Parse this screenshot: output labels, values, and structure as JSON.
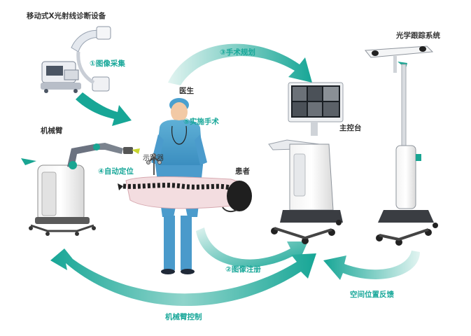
{
  "labels": {
    "xray_device": "移动式X光射线诊断设备",
    "robot_arm": "机械臂",
    "doctor": "医生",
    "patient": "患者",
    "tracer": "示踪器",
    "console": "主控台",
    "optical_tracking": "光学跟踪系统"
  },
  "steps": {
    "step1": "①图像采集",
    "step2": "②图像注册",
    "step3": "③手术规划",
    "step4": "④自动定位",
    "step5": "⑤实施手术"
  },
  "flows": {
    "spatial_feedback": "空间位置反馈",
    "arm_control": "机械臂控制"
  },
  "colors": {
    "teal": "#1aa89a",
    "teal_light": "#cfeeea",
    "label_dark": "#333333"
  }
}
